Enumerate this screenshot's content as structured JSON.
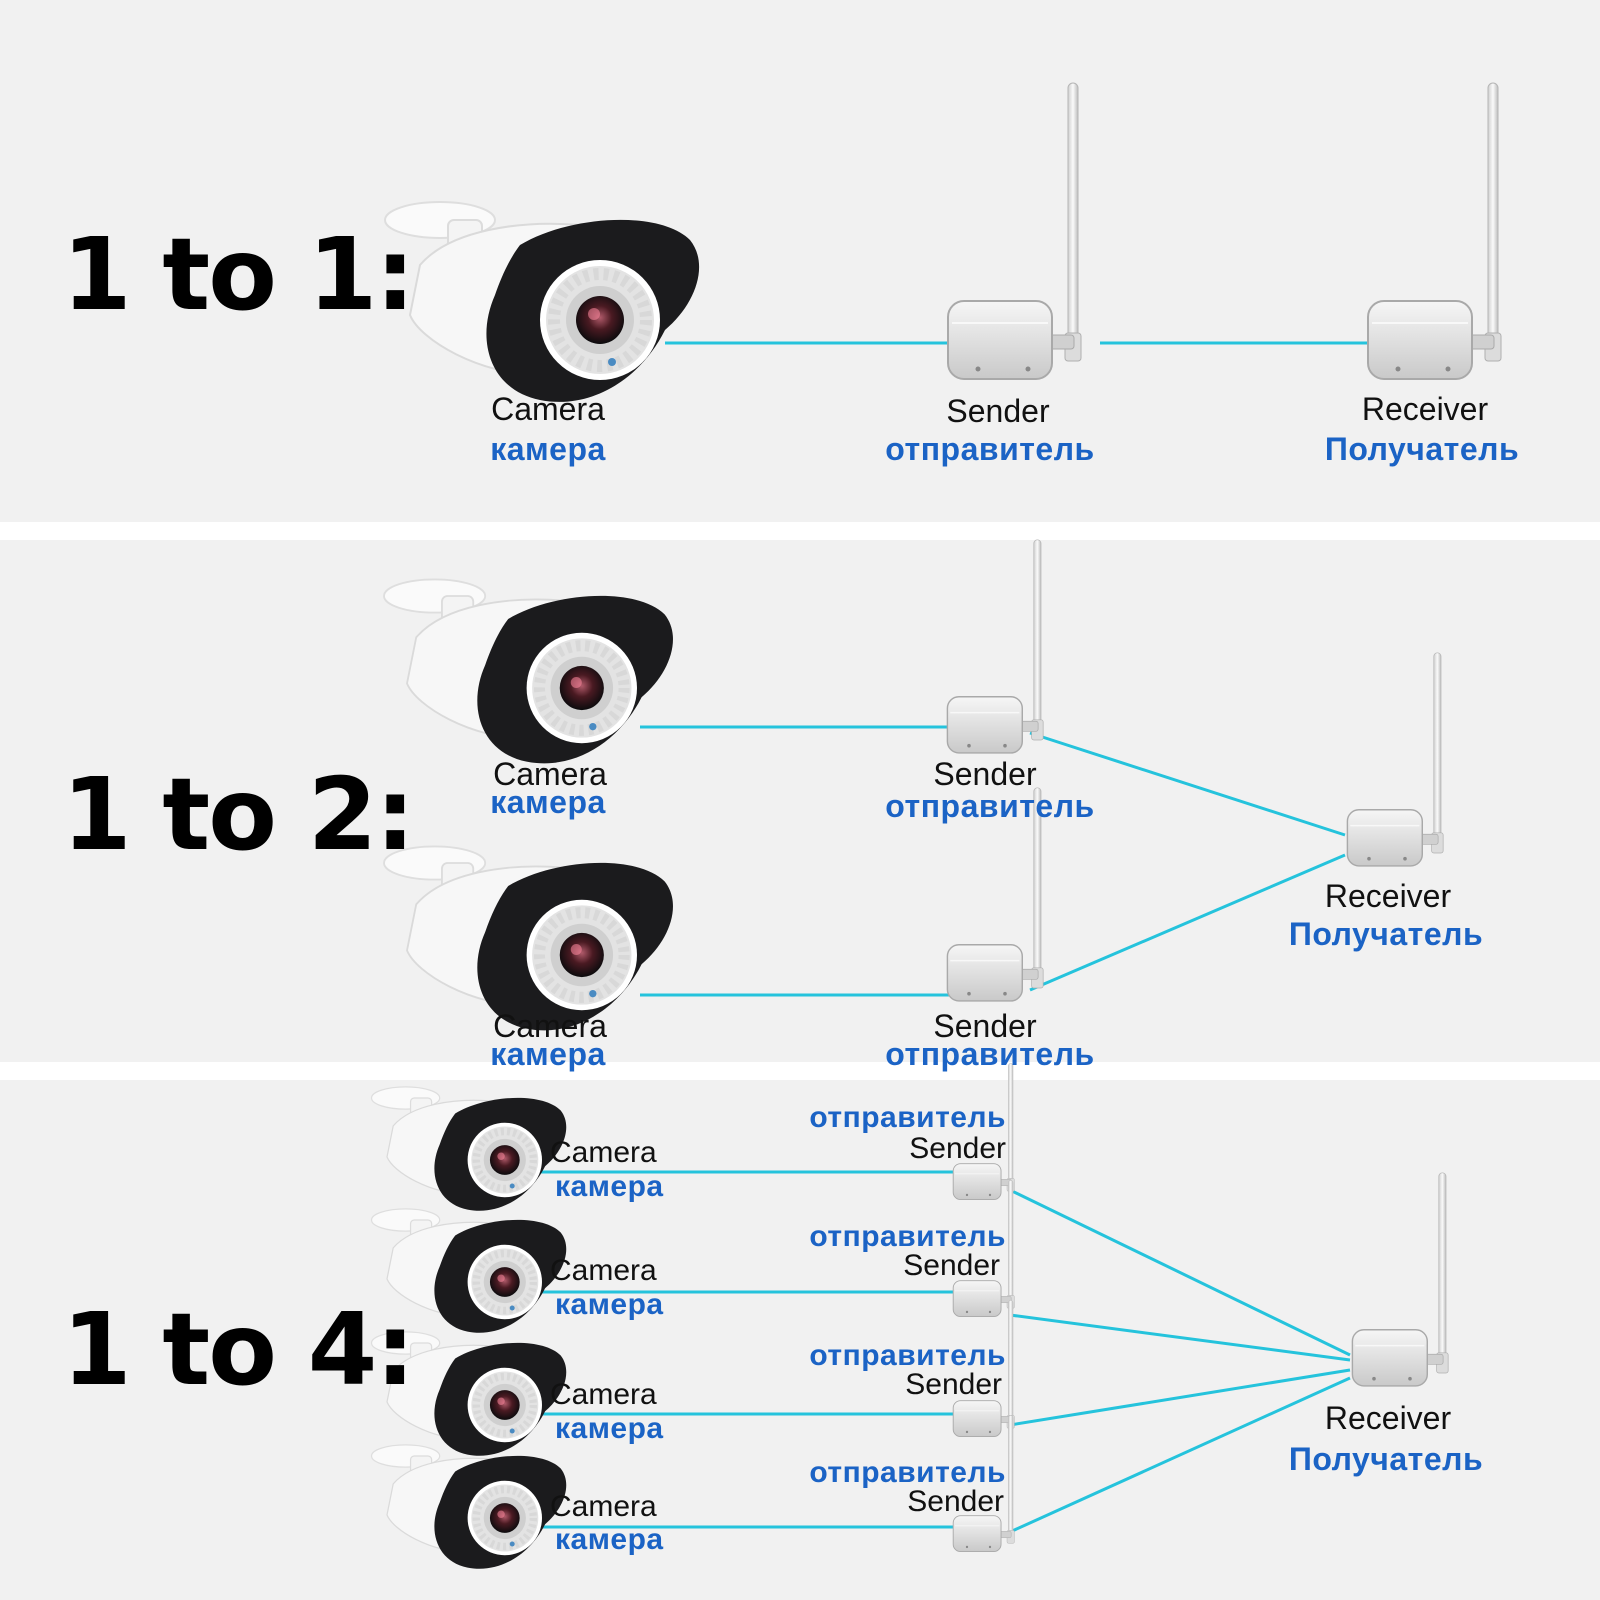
{
  "colors": {
    "link_line": "#25c3dc",
    "russian_text": "#1b63c5",
    "panel_background": "#f1f1f1"
  },
  "sections": [
    {
      "title": "1 to 1:",
      "cameras": [
        {
          "label_en": "Camera",
          "label_ru": "камера"
        }
      ],
      "senders": [
        {
          "label_en": "Sender",
          "label_ru": "отправитель"
        }
      ],
      "receiver": {
        "label_en": "Receiver",
        "label_ru": "Получатель"
      }
    },
    {
      "title": "1 to 2:",
      "cameras": [
        {
          "label_en": "Camera",
          "label_ru": "камера"
        },
        {
          "label_en": "Camera",
          "label_ru": "камера"
        }
      ],
      "senders": [
        {
          "label_en": "Sender",
          "label_ru": "отправитель"
        },
        {
          "label_en": "Sender",
          "label_ru": "отправитель"
        }
      ],
      "receiver": {
        "label_en": "Receiver",
        "label_ru": "Получатель"
      }
    },
    {
      "title": "1 to 4:",
      "cameras": [
        {
          "label_en": "Camera",
          "label_ru": "камера"
        },
        {
          "label_en": "Camera",
          "label_ru": "камера"
        },
        {
          "label_en": "Camera",
          "label_ru": "камера"
        },
        {
          "label_en": "Camera",
          "label_ru": "камера"
        }
      ],
      "senders": [
        {
          "label_en": "Sender",
          "label_ru": "отправитель"
        },
        {
          "label_en": "Sender",
          "label_ru": "отправитель"
        },
        {
          "label_en": "Sender",
          "label_ru": "отправитель"
        },
        {
          "label_en": "Sender",
          "label_ru": "отправитель"
        }
      ],
      "receiver": {
        "label_en": "Receiver",
        "label_ru": "Получатель"
      }
    }
  ]
}
